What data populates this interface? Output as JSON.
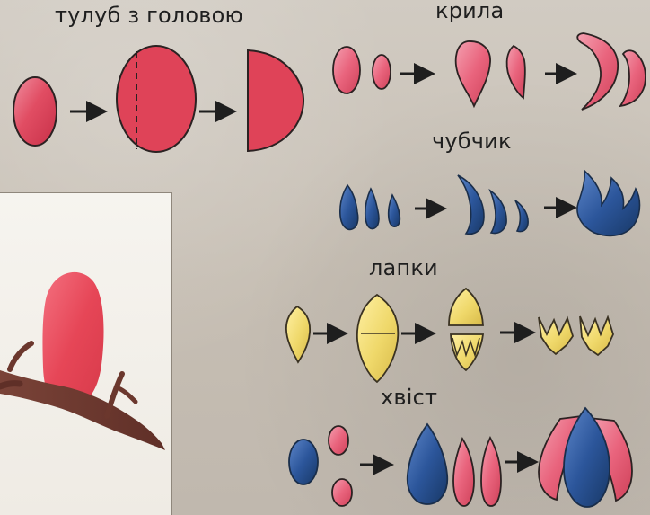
{
  "labels": {
    "body_with_head": "тулуб з головою",
    "wings": "крила",
    "crest": "чубчик",
    "feet": "лапки",
    "tail": "хвіст"
  },
  "colors": {
    "background": "#c9c2b8",
    "red": "#df3e55",
    "pink": "#e9647d",
    "blue": "#234a88",
    "yellow": "#efd86a",
    "branch": "#6b372d"
  }
}
